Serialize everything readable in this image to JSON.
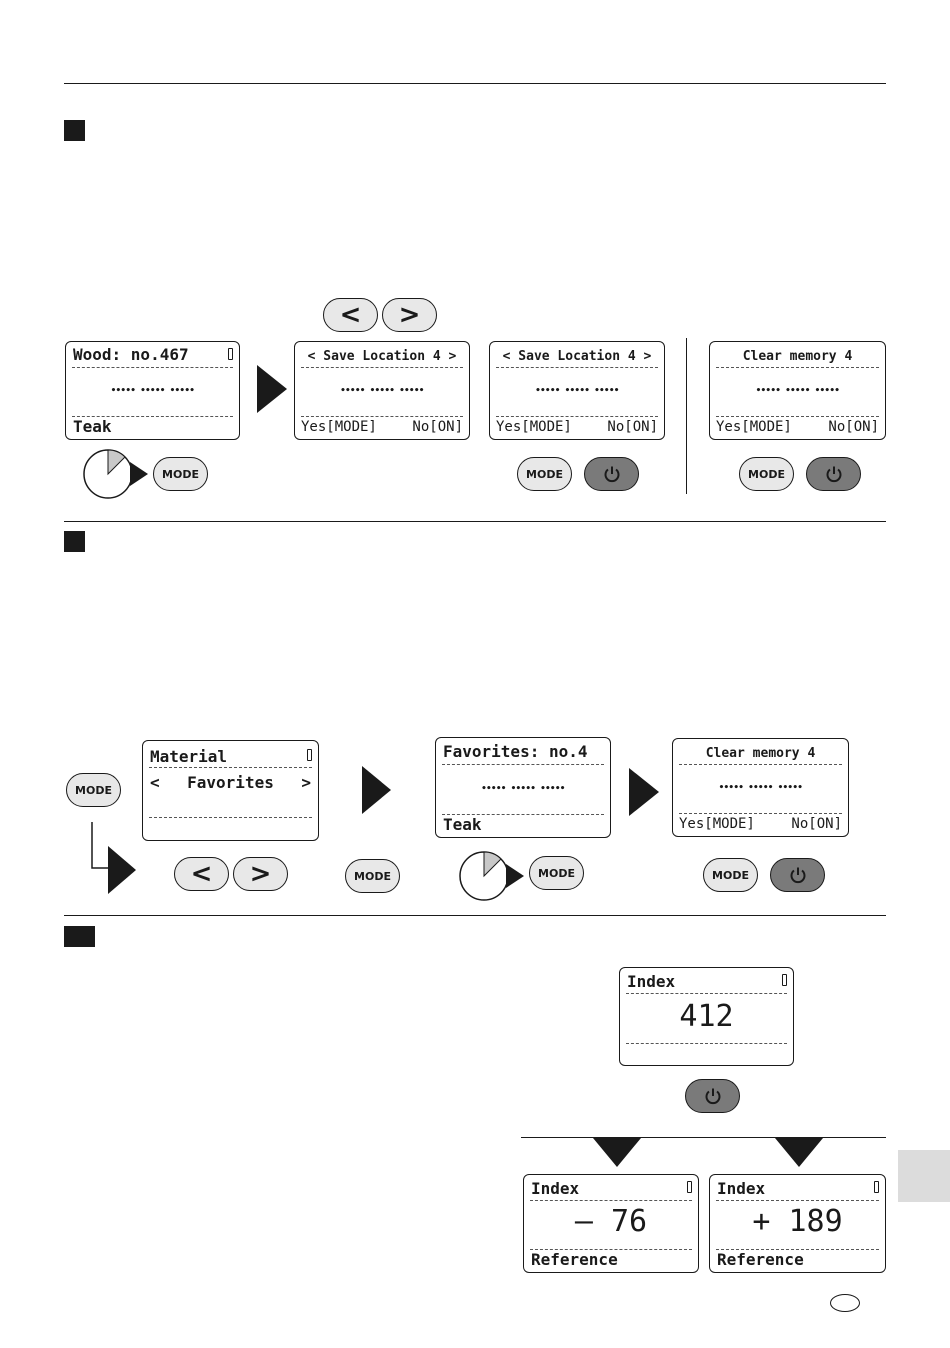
{
  "screen1": {
    "title": "Wood: no.467",
    "dots": "••••• ••••• •••••",
    "footer": "Teak"
  },
  "screen2": {
    "title": "< Save Location 4 >",
    "dots": "••••• ••••• •••••",
    "yes": "Yes[MODE]",
    "no": "No[ON]"
  },
  "screen3": {
    "title": "< Save Location 4 >",
    "dots": "••••• ••••• •••••",
    "yes": "Yes[MODE]",
    "no": "No[ON]"
  },
  "screen4": {
    "title": "Clear memory 4",
    "dots": "••••• ••••• •••••",
    "yes": "Yes[MODE]",
    "no": "No[ON]"
  },
  "screen5": {
    "line1": "Material",
    "line2_left": "<",
    "line2_mid": "Favorites",
    "line2_right": ">"
  },
  "screen6": {
    "title": "Favorites: no.4",
    "dots": "••••• ••••• •••••",
    "footer": "Teak"
  },
  "screen7": {
    "title": "Clear memory 4",
    "dots": "••••• ••••• •••••",
    "yes": "Yes[MODE]",
    "no": "No[ON]"
  },
  "screen8": {
    "title": "Index",
    "value": "412"
  },
  "screen9": {
    "title": "Index",
    "value": "– 76",
    "footer": "Reference"
  },
  "screen10": {
    "title": "Index",
    "value": "+ 189",
    "footer": "Reference"
  },
  "buttons": {
    "mode": "MODE",
    "left": "<",
    "right": ">"
  },
  "icons": {
    "power": "power-icon",
    "timer": "timer-clock-icon",
    "battery": "battery-icon"
  },
  "colors": {
    "button_light": "#e8e8e8",
    "button_dark": "#7a7a7a",
    "timer_fill": "#c8c8c8"
  }
}
